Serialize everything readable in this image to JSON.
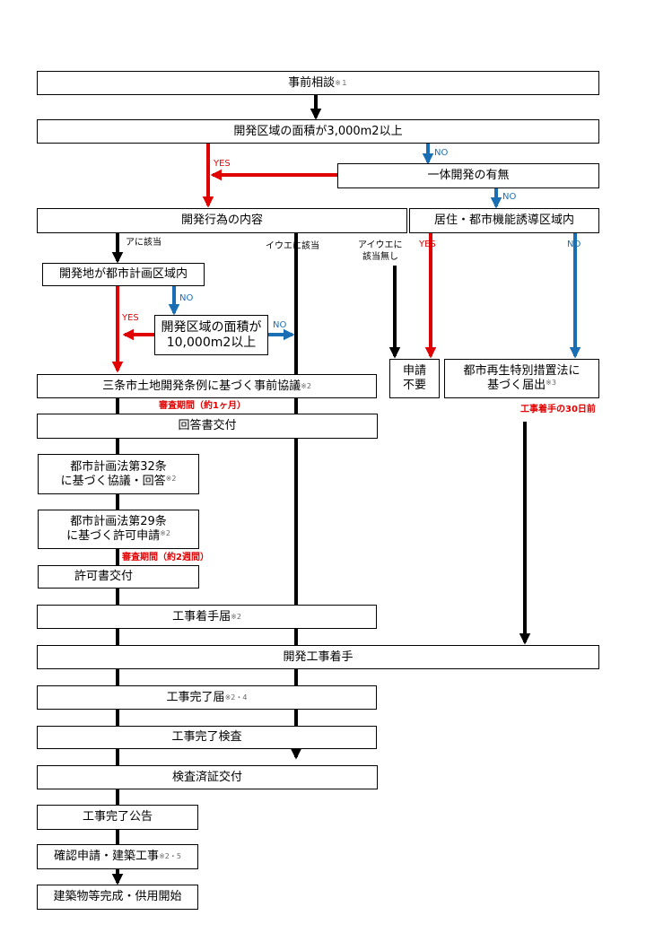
{
  "nodes": {
    "prior_consult": "事前相談",
    "area_3000": "開発区域の面積が3,000m2以上",
    "integrated_dev": "一体開発の有無",
    "dev_content": "開発行為の内容",
    "residential_zone": "居住・都市機能誘導区域内",
    "city_plan_area": "開発地が都市計画区域内",
    "area_10000_l1": "開発区域の面積が",
    "area_10000_l2": "10,000m2以上",
    "ordinance_consult": "三条市土地開発条例に基づく事前協議",
    "not_required_l1": "申請",
    "not_required_l2": "不要",
    "urban_renewal_l1": "都市再生特別措置法に",
    "urban_renewal_l2": "基づく届出",
    "answer_issue": "回答書交付",
    "art32_l1": "都市計画法第32条",
    "art32_l2": "に基づく協議・回答",
    "art29_l1": "都市計画法第29条",
    "art29_l2": "に基づく許可申請",
    "permit_issue": "許可書交付",
    "work_start_notice": "工事着手届",
    "dev_work_start": "開発工事着手",
    "completion_notice": "工事完了届",
    "completion_inspect": "工事完了検査",
    "inspection_cert": "検査済証交付",
    "completion_public": "工事完了公告",
    "building_confirm": "確認申請・建築工事",
    "building_complete": "建築物等完成・供用開始"
  },
  "refs": {
    "r1": "※１",
    "r2a": "※2",
    "r3": "※3",
    "r2b": "※2",
    "r2c": "※2",
    "r2d": "※2",
    "r24": "※2・4",
    "r25": "※2・5"
  },
  "labels": {
    "yes1": "YES",
    "no1": "NO",
    "no2": "NO",
    "yes2": "YES",
    "no3": "NO",
    "yes3": "YES",
    "no4": "NO",
    "no5": "NO",
    "a_applies": "アに該当",
    "iue_applies": "イウエに該当",
    "aiue_none_l1": "アイウエに",
    "aiue_none_l2": "該当無し",
    "review_1month": "審査期間（約1ヶ月）",
    "review_2weeks": "審査期間（約2週間）",
    "thirty_days": "工事着手の30日前"
  },
  "colors": {
    "yes": "#e00000",
    "no": "#1a6fb4",
    "line": "#000000"
  }
}
